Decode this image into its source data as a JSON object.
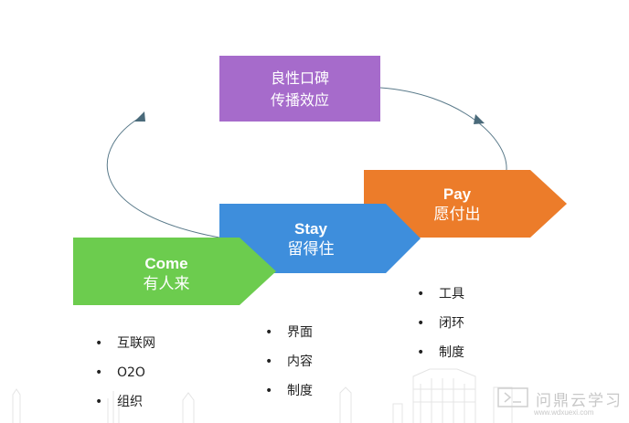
{
  "diagram": {
    "top_box": {
      "line1": "良性口碑",
      "line2": "传播效应",
      "color": "#A66BCB"
    },
    "stages": [
      {
        "en": "Come",
        "zh": "有人来",
        "color": "#6CCC4E",
        "items": [
          "互联网",
          "O2O",
          "组织"
        ]
      },
      {
        "en": "Stay",
        "zh": "留得住",
        "color": "#3E8EDC",
        "items": [
          "界面",
          "内容",
          "制度"
        ]
      },
      {
        "en": "Pay",
        "zh": "愿付出",
        "color": "#EC7C2A",
        "items": [
          "工具",
          "闭环",
          "制度"
        ]
      }
    ],
    "loop_line_color": "#5A7A8A"
  },
  "watermark": {
    "text": "问鼎云学习",
    "url": "www.wdxuexi.com"
  }
}
